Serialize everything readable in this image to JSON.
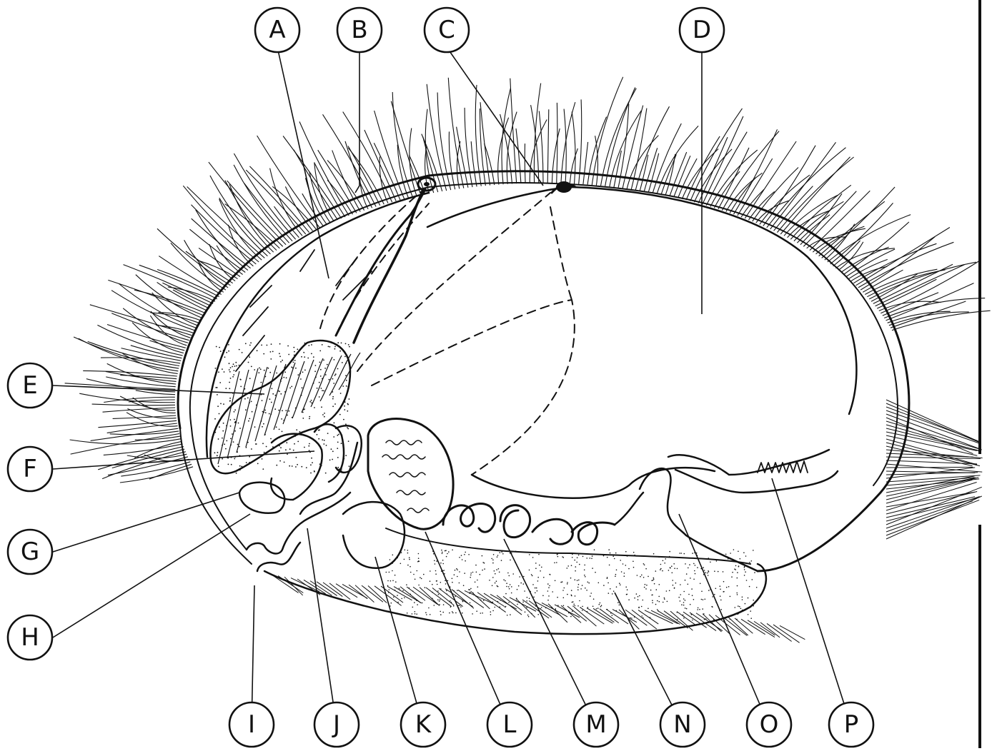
{
  "diagram": {
    "labels": [
      "A",
      "B",
      "C",
      "D",
      "E",
      "F",
      "G",
      "H",
      "I",
      "J",
      "K",
      "L",
      "M",
      "N",
      "O",
      "P"
    ]
  },
  "colors": {
    "ink": "#111111",
    "paper": "#ffffff"
  }
}
